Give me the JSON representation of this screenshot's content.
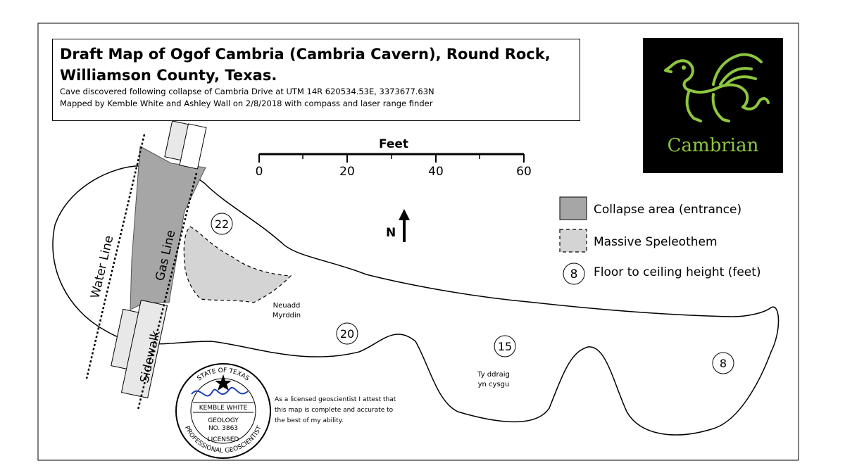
{
  "title": {
    "line1": "Draft Map of Ogof Cambria (Cambria Cavern), Round Rock,",
    "line2": "Williamson County, Texas.",
    "discovery": "Cave discovered following collapse of Cambria Drive at UTM 14R 620534.53E, 3373677.63N",
    "mapped_by": "Mapped by Kemble White and Ashley Wall on 2/8/2018 with compass and laser range finder"
  },
  "logo": {
    "text": "Cambrian",
    "icon": "welsh-dragon-icon",
    "color": "#8dc63f"
  },
  "scale_bar": {
    "unit": "Feet",
    "ticks": [
      "0",
      "20",
      "40",
      "60"
    ]
  },
  "north_arrow": {
    "label": "N"
  },
  "legend": {
    "collapse": "Collapse area (entrance)",
    "speleothem": "Massive Speleothem",
    "height_sample": "8",
    "height_label": "Floor to ceiling height (feet)"
  },
  "features": {
    "water_line": "Water Line",
    "gas_line": "Gas Line",
    "sidewalk": "Sidewalk"
  },
  "place_names": {
    "neuadd_1": "Neuadd",
    "neuadd_2": "Myrddin",
    "ty_1": "Ty ddraig",
    "ty_2": "yn cysgu"
  },
  "heights": [
    "22",
    "20",
    "15",
    "8"
  ],
  "seal": {
    "top": "STATE OF TEXAS",
    "name": "KEMBLE WHITE",
    "field": "GEOLOGY",
    "number": "NO. 3863",
    "licensed": "LICENSED",
    "bottom": "PROFESSIONAL GEOSCIENTIST"
  },
  "attestation": "As a licensed geoscientist I attest that this map is complete and accurate to the best of my ability.",
  "colors": {
    "collapse_fill": "#a6a6a6",
    "speleothem_fill": "#d4d4d4",
    "logo_green": "#8dc63f"
  }
}
